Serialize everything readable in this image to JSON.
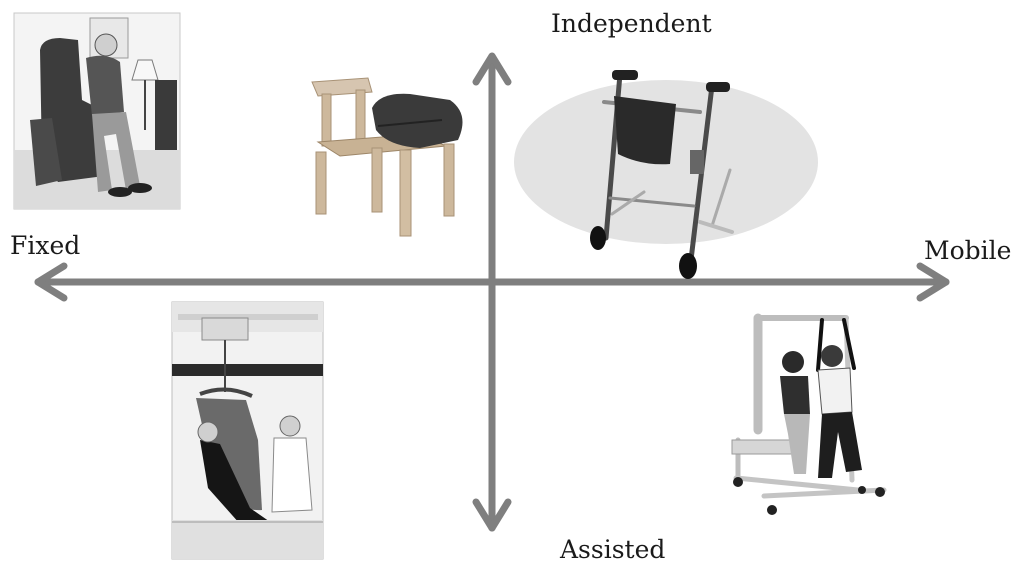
{
  "diagram": {
    "axes": {
      "top": "Independent",
      "bottom": "Assisted",
      "left": "Fixed",
      "right": "Mobile"
    },
    "quadrant_items": [
      {
        "id": "lift-recliner-chair",
        "quadrant": "fixed-independent"
      },
      {
        "id": "chair-with-cushion",
        "quadrant": "fixed-independent"
      },
      {
        "id": "wheeled-walker",
        "quadrant": "mobile-independent",
        "highlighted": true
      },
      {
        "id": "ceiling-sling-lift",
        "quadrant": "fixed-assisted"
      },
      {
        "id": "gait-trainer-frame",
        "quadrant": "mobile-assisted"
      }
    ],
    "colors": {
      "axis": "#7f7f7f",
      "highlight": "#e3e3e3",
      "text": "#1a1a1a"
    }
  }
}
